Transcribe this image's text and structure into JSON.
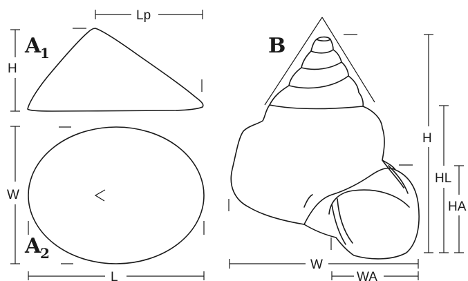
{
  "panels": {
    "a1": {
      "letter": "A",
      "sub": "1"
    },
    "a2": {
      "letter": "A",
      "sub": "2"
    },
    "b": {
      "letter": "B"
    }
  },
  "labels": {
    "a1_height": "H",
    "a1_lp": "Lp",
    "a2_width": "W",
    "a2_length": "L",
    "b_height": "H",
    "b_hl": "HL",
    "b_ha": "HA",
    "b_width": "W",
    "b_wa": "WA"
  },
  "colors": {
    "line": "#1a1a1a",
    "background": "#ffffff"
  }
}
